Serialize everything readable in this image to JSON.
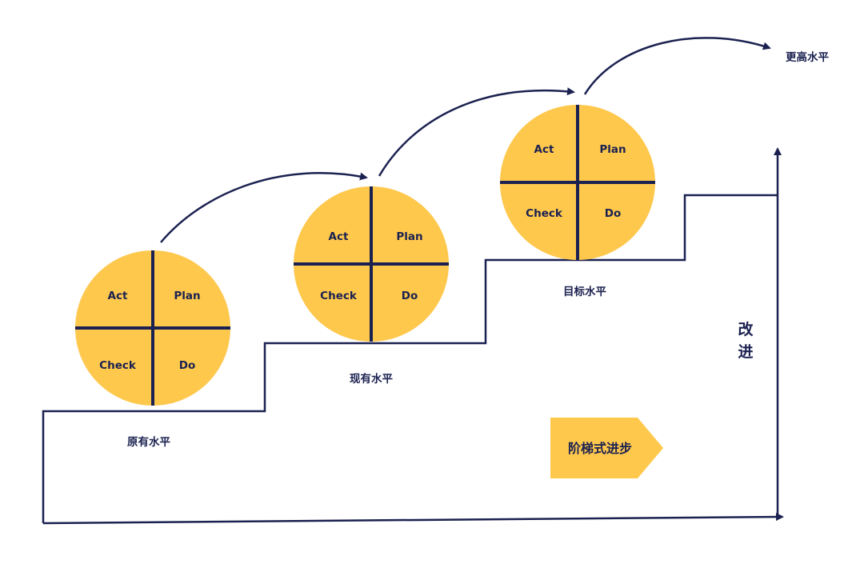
{
  "colors": {
    "line": "#1b2150",
    "circle_fill": "#fec84d",
    "banner_fill": "#fec84d",
    "text": "#1b2150",
    "background": "#ffffff"
  },
  "cycles": [
    {
      "act": "Act",
      "plan": "Plan",
      "check": "Check",
      "do": "Do"
    },
    {
      "act": "Act",
      "plan": "Plan",
      "check": "Check",
      "do": "Do"
    },
    {
      "act": "Act",
      "plan": "Plan",
      "check": "Check",
      "do": "Do"
    }
  ],
  "levels": {
    "original": "原有水平",
    "current": "现有水平",
    "target": "目标水平",
    "higher": "更高水平"
  },
  "axis": {
    "vertical_char_1": "改",
    "vertical_char_2": "进"
  },
  "banner": {
    "label": "阶梯式进步"
  }
}
